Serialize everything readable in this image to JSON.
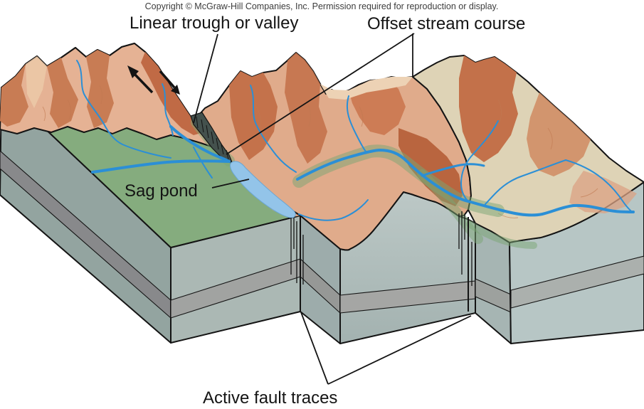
{
  "header": {
    "copyright": "Copyright © McGraw-Hill Companies, Inc. Permission required for reproduction or display."
  },
  "labels": {
    "linear_trough": "Linear trough or valley",
    "offset_stream": "Offset stream course",
    "sag_pond": "Sag pond",
    "active_faults": "Active fault traces"
  },
  "diagram": {
    "type": "block-diagram",
    "subject": "Strike-slip fault landforms",
    "features": [
      "linear trough or valley",
      "offset stream course",
      "sag pond",
      "active fault traces",
      "strike-slip motion arrows",
      "stream network",
      "rock strata band"
    ]
  },
  "colors": {
    "terrain_salmon": "#e0ab8b",
    "terrain_dark_brown": "#c4724b",
    "terrain_tan": "#ded3b6",
    "plain_green": "#85ac7e",
    "stream_blue": "#2b8fd6",
    "pond_blue": "#93c4e9",
    "block_face_gray": "#a9b7b3",
    "strata_band_gray": "#9a9b99",
    "outline_black": "#141414",
    "background": "#ffffff"
  }
}
